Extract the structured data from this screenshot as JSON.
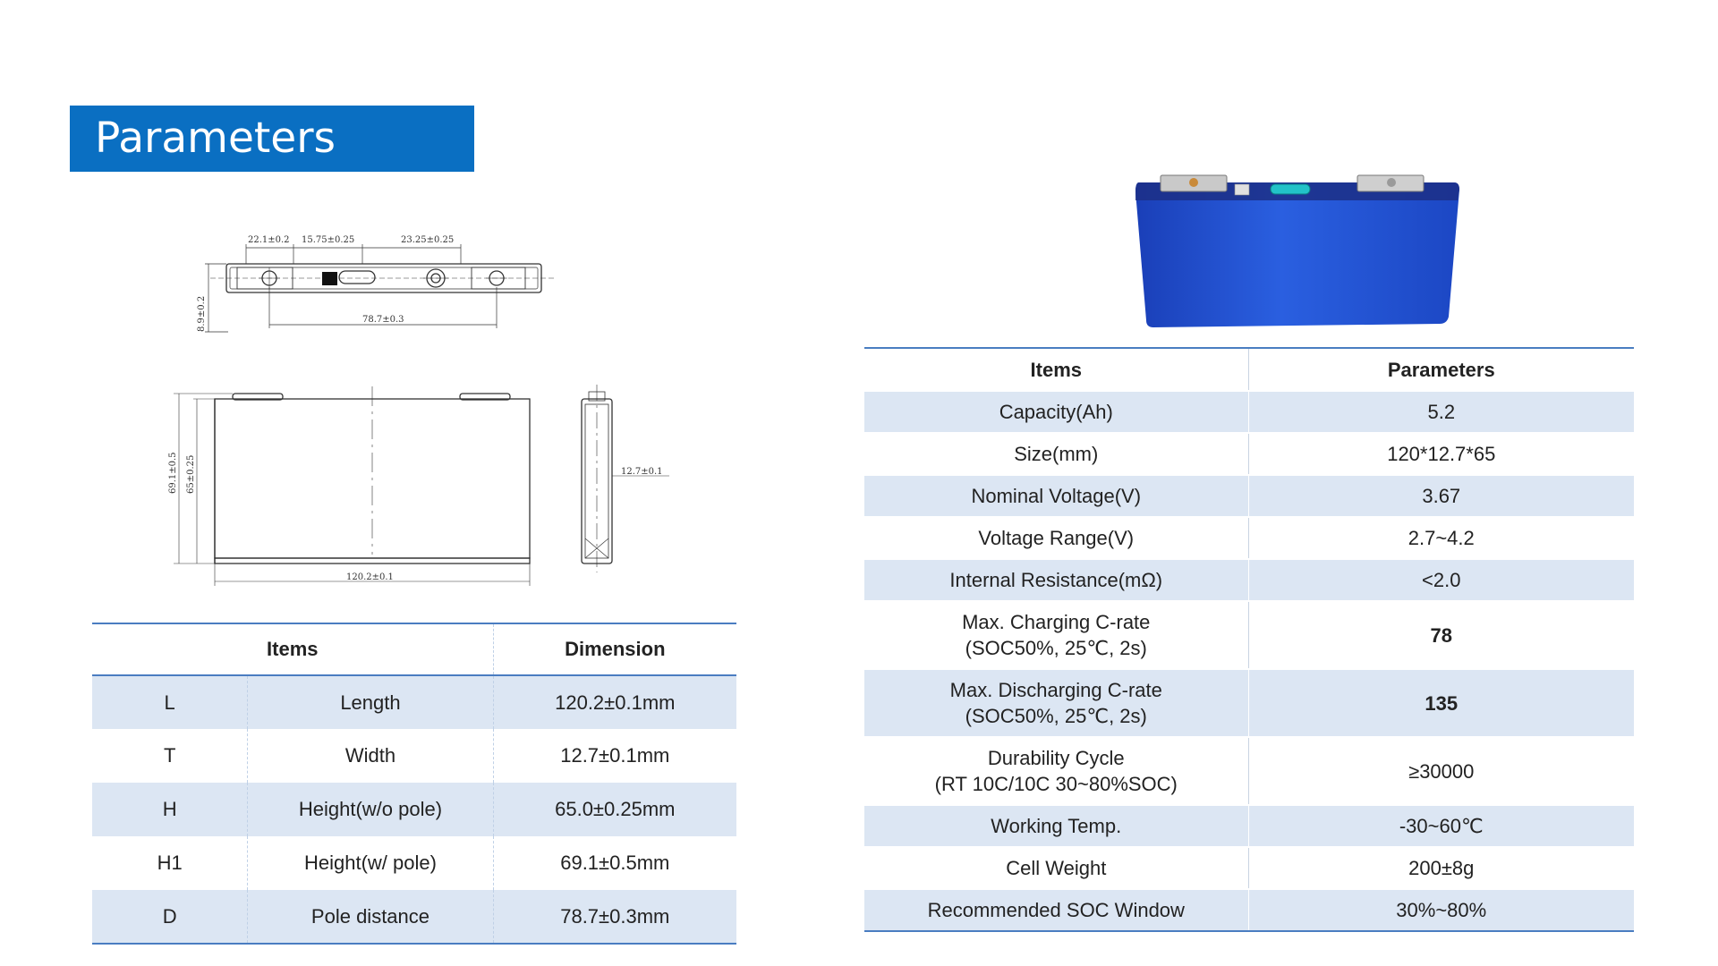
{
  "banner": {
    "title": "Parameters"
  },
  "drawing": {
    "top_dims": [
      "22.1±0.2",
      "15.75±0.25",
      "23.25±0.25"
    ],
    "pole_distance": "78.7±0.3",
    "thickness_top": "8.9±0.2",
    "height_w_pole": "69.1±0.5",
    "height_wo_pole": "65±0.25",
    "length": "120.2±0.1",
    "width": "12.7±0.1"
  },
  "dimension_table": {
    "headers": {
      "items": "Items",
      "dimension": "Dimension"
    },
    "rows": [
      {
        "symbol": "L",
        "name": "Length",
        "value": "120.2±0.1mm"
      },
      {
        "symbol": "T",
        "name": "Width",
        "value": "12.7±0.1mm"
      },
      {
        "symbol": "H",
        "name": "Height(w/o pole)",
        "value": "65.0±0.25mm"
      },
      {
        "symbol": "H1",
        "name": "Height(w/ pole)",
        "value": "69.1±0.5mm"
      },
      {
        "symbol": "D",
        "name": "Pole distance",
        "value": "78.7±0.3mm"
      }
    ]
  },
  "parameter_table": {
    "headers": {
      "items": "Items",
      "parameters": "Parameters"
    },
    "rows": [
      {
        "item": "Capacity(Ah)",
        "value": "5.2"
      },
      {
        "item": "Size(mm)",
        "value": "120*12.7*65"
      },
      {
        "item": "Nominal Voltage(V)",
        "value": "3.67"
      },
      {
        "item": "Voltage Range(V)",
        "value": "2.7~4.2"
      },
      {
        "item": "Internal Resistance(mΩ)",
        "value": "<2.0"
      },
      {
        "item": "Max. Charging C-rate",
        "item_sub": "(SOC50%, 25℃, 2s)",
        "value": "78"
      },
      {
        "item": "Max. Discharging C-rate",
        "item_sub": "(SOC50%, 25℃, 2s)",
        "value": "135"
      },
      {
        "item": "Durability Cycle",
        "item_sub": "(RT 10C/10C 30~80%SOC)",
        "value": "≥30000"
      },
      {
        "item": "Working Temp.",
        "value": "-30~60℃"
      },
      {
        "item": "Cell Weight",
        "value": "200±8g"
      },
      {
        "item": "Recommended SOC Window",
        "value": "30%~80%"
      }
    ]
  },
  "colors": {
    "banner": "#0a6fc2",
    "table_stripe": "#dce6f3",
    "table_rule": "#4a7dc1",
    "cell_blue": "#1e4fc8"
  }
}
